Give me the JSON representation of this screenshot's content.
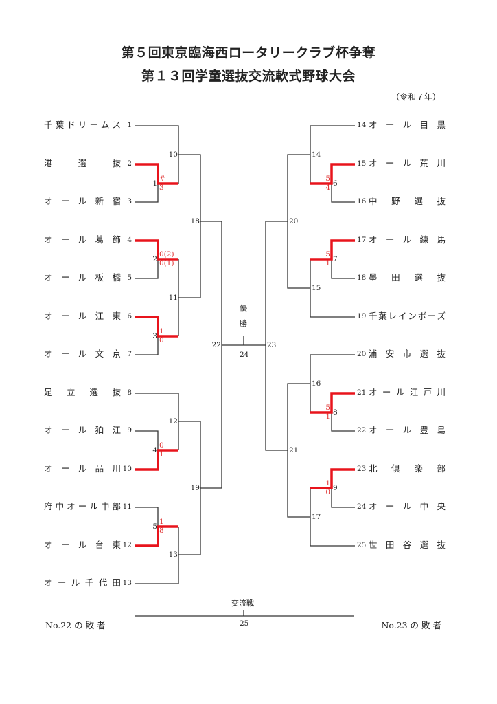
{
  "header": {
    "title_line1": "第５回東京臨海西ロータリークラブ杯争奪",
    "title_line2": "第１３回学童選抜交流軟式野球大会",
    "year": "（令和７年）"
  },
  "left_teams": [
    {
      "num": "1",
      "name": "千葉ドリームス"
    },
    {
      "num": "2",
      "name": "港　選　抜"
    },
    {
      "num": "3",
      "name": "オール新宿"
    },
    {
      "num": "4",
      "name": "オール葛飾"
    },
    {
      "num": "5",
      "name": "オール板橋"
    },
    {
      "num": "6",
      "name": "オール江東"
    },
    {
      "num": "7",
      "name": "オール文京"
    },
    {
      "num": "8",
      "name": "足立選抜"
    },
    {
      "num": "9",
      "name": "オール狛江"
    },
    {
      "num": "10",
      "name": "オール品川"
    },
    {
      "num": "11",
      "name": "府中オール中部"
    },
    {
      "num": "12",
      "name": "オール台東"
    },
    {
      "num": "13",
      "name": "オール千代田"
    }
  ],
  "right_teams": [
    {
      "num": "14",
      "name": "オール目黒"
    },
    {
      "num": "15",
      "name": "オール荒川"
    },
    {
      "num": "16",
      "name": "中野選抜"
    },
    {
      "num": "17",
      "name": "オール練馬"
    },
    {
      "num": "18",
      "name": "墨田選抜"
    },
    {
      "num": "19",
      "name": "千葉レインボーズ"
    },
    {
      "num": "20",
      "name": "浦安市選抜"
    },
    {
      "num": "21",
      "name": "オール江戸川"
    },
    {
      "num": "22",
      "name": "オール豊島"
    },
    {
      "num": "23",
      "name": "北倶楽部"
    },
    {
      "num": "24",
      "name": "オール中央"
    },
    {
      "num": "25",
      "name": "世田谷選抜"
    }
  ],
  "matches": [
    {
      "no": "1",
      "top_score": "#",
      "bottom_score": "3"
    },
    {
      "no": "2",
      "top_score": "0(2)",
      "bottom_score": "0(1)"
    },
    {
      "no": "3",
      "top_score": "1",
      "bottom_score": "0"
    },
    {
      "no": "4",
      "top_score": "0",
      "bottom_score": "1"
    },
    {
      "no": "5",
      "top_score": "1",
      "bottom_score": "8"
    },
    {
      "no": "6",
      "top_score": "5",
      "bottom_score": "4"
    },
    {
      "no": "7",
      "top_score": "5",
      "bottom_score": "1"
    },
    {
      "no": "8",
      "top_score": "5",
      "bottom_score": "1"
    },
    {
      "no": "9",
      "top_score": "1",
      "bottom_score": "0"
    },
    {
      "no": "10"
    },
    {
      "no": "11"
    },
    {
      "no": "12"
    },
    {
      "no": "13"
    },
    {
      "no": "14"
    },
    {
      "no": "15"
    },
    {
      "no": "16"
    },
    {
      "no": "17"
    },
    {
      "no": "18"
    },
    {
      "no": "19"
    },
    {
      "no": "20"
    },
    {
      "no": "21"
    },
    {
      "no": "22"
    },
    {
      "no": "23"
    },
    {
      "no": "24"
    },
    {
      "no": "25"
    }
  ],
  "final": {
    "label_1": "優",
    "label_2": "勝"
  },
  "exchange": {
    "label": "交流戦",
    "left": "No.22 の 敗 者",
    "right": "No.23 の 敗 者"
  },
  "colors": {
    "winner_line": "#e8141c",
    "line": "#333333",
    "score": "#e03030"
  }
}
